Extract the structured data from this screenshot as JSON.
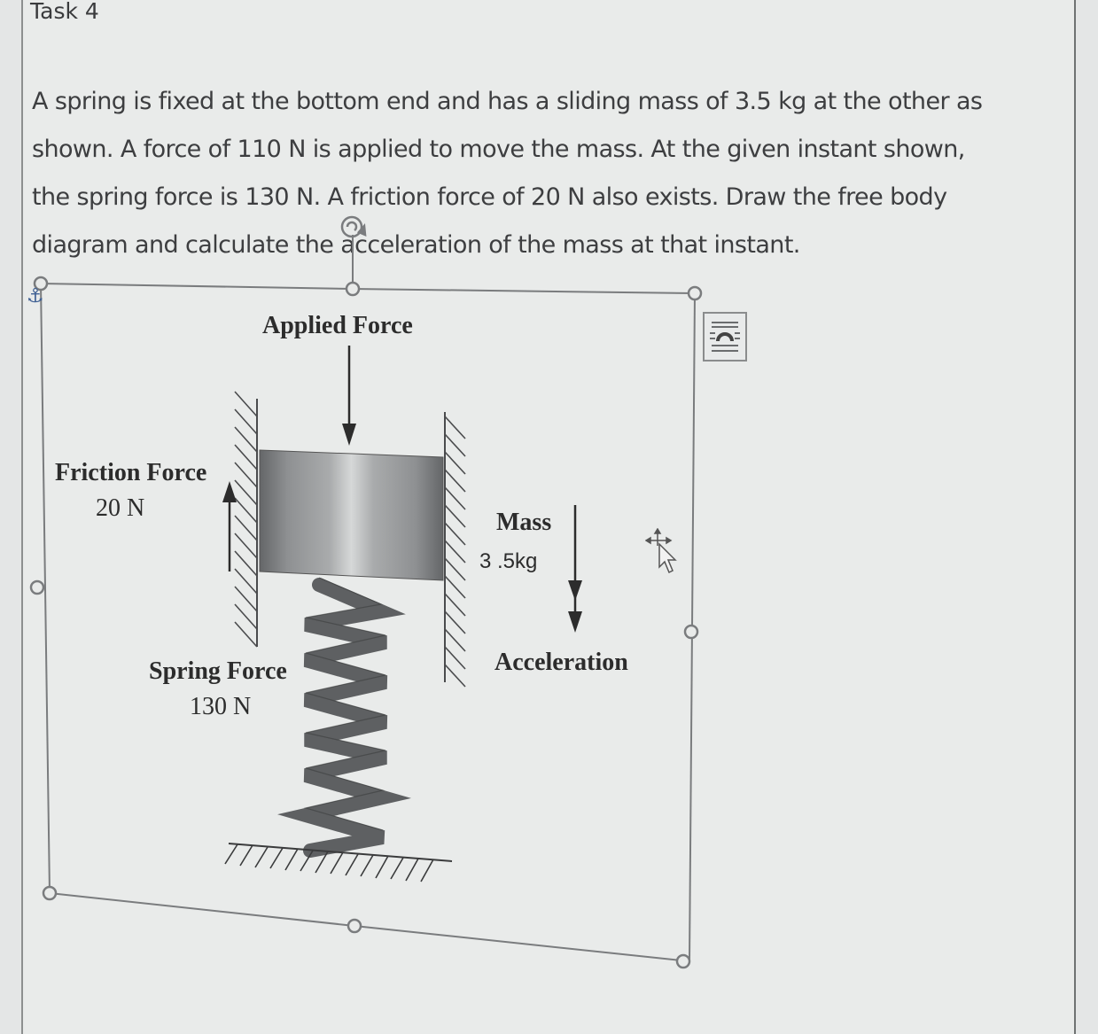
{
  "document": {
    "task_title": "Task 4",
    "paragraph_lines": [
      "A spring is fixed at the bottom end and has a sliding mass of 3.5 kg at the other as",
      "shown.  A force of 110 N is applied to move the mass.  At the given instant shown,",
      "the spring force is 130 N. A friction force of 20 N also exists. Draw the free body",
      "diagram and calculate the acceleration of the mass at that instant."
    ]
  },
  "figure": {
    "labels": {
      "applied_force": "Applied Force",
      "friction_force": "Friction Force",
      "friction_value": "20 N",
      "mass": "Mass",
      "mass_value": "3 .5kg",
      "acceleration": "Acceleration",
      "spring_force": "Spring Force",
      "spring_value": "130 N"
    },
    "colors": {
      "mass_block": "#6e7072",
      "spring": "#5e6062",
      "ink": "#2c2c2c",
      "handle": "#7a7c7e",
      "anchor": "#3e5f93"
    }
  },
  "selection": {
    "state": "image-selected",
    "handles": [
      "top-left",
      "top-center",
      "top-right",
      "middle-left",
      "middle-right",
      "bottom-left",
      "bottom-center",
      "bottom-right"
    ],
    "rotate_handle": "rotate-icon",
    "layout_options_icon": "layout-options-icon",
    "anchor_icon": "anchor-icon",
    "cursor": "move-cursor-icon"
  }
}
